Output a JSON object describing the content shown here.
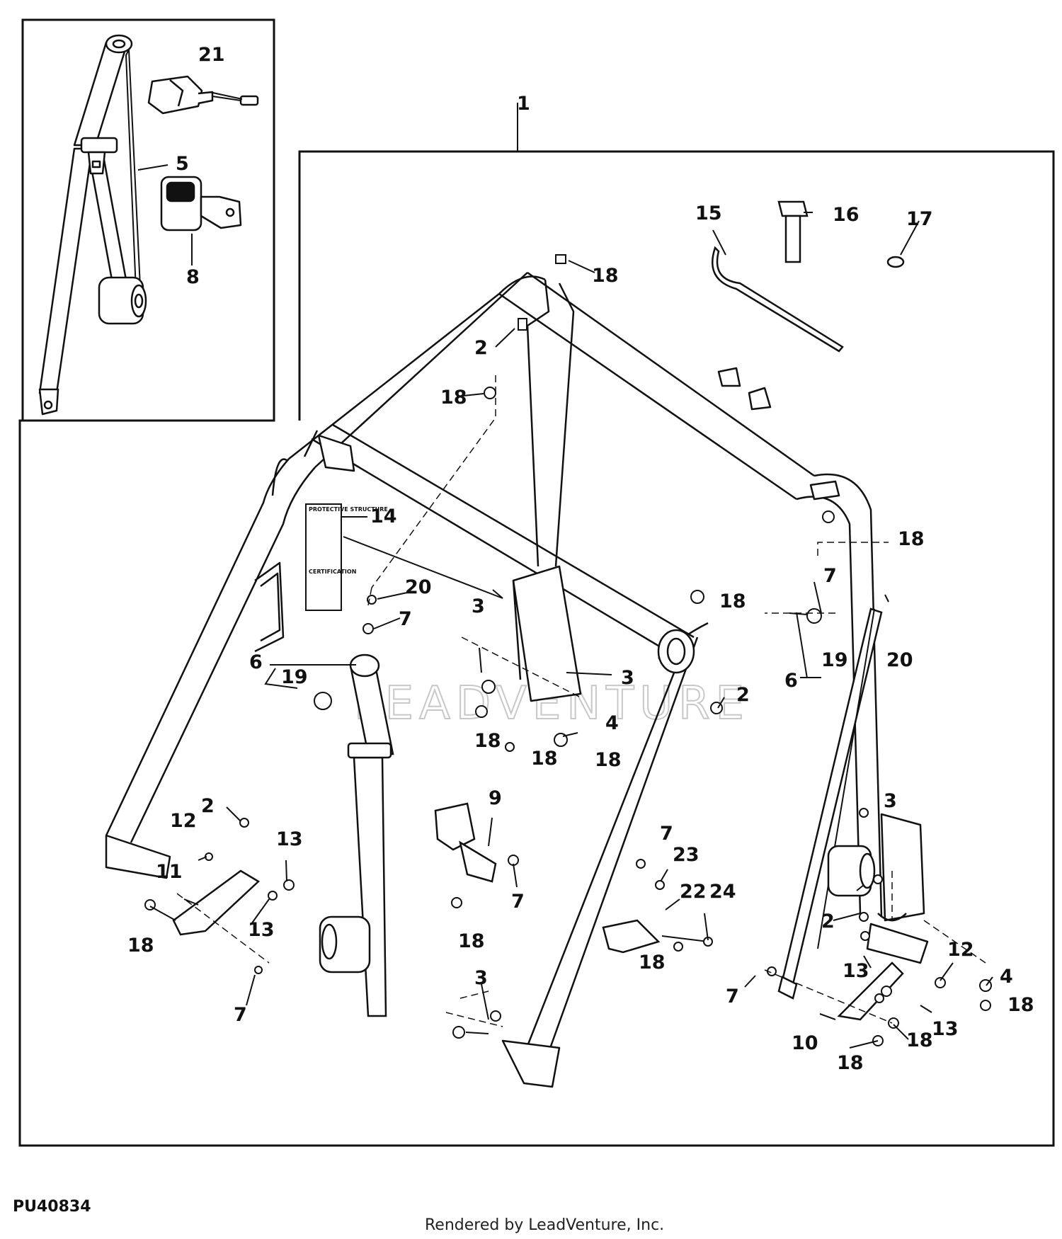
{
  "diagram_id": "PU40834",
  "credit": "Rendered by LeadVenture, Inc.",
  "watermark": "LEADVENTURE",
  "decal": {
    "heading": "PROTECTIVE STRUCTURE",
    "section": "CERTIFICATION"
  },
  "callouts": [
    {
      "id": "c1",
      "text": "1"
    },
    {
      "id": "c21",
      "text": "21"
    },
    {
      "id": "c5",
      "text": "5"
    },
    {
      "id": "c8",
      "text": "8"
    },
    {
      "id": "c15",
      "text": "15"
    },
    {
      "id": "c16",
      "text": "16"
    },
    {
      "id": "c17",
      "text": "17"
    },
    {
      "id": "c18a",
      "text": "18"
    },
    {
      "id": "c2a",
      "text": "2"
    },
    {
      "id": "c18b",
      "text": "18"
    },
    {
      "id": "c14",
      "text": "14"
    },
    {
      "id": "c18c",
      "text": "18"
    },
    {
      "id": "c7a",
      "text": "7"
    },
    {
      "id": "c20a",
      "text": "20"
    },
    {
      "id": "c7b",
      "text": "7"
    },
    {
      "id": "c3a",
      "text": "3"
    },
    {
      "id": "c18d",
      "text": "18"
    },
    {
      "id": "c19a",
      "text": "19"
    },
    {
      "id": "c20b",
      "text": "20"
    },
    {
      "id": "c6a",
      "text": "6"
    },
    {
      "id": "c19b",
      "text": "19"
    },
    {
      "id": "c3b",
      "text": "3"
    },
    {
      "id": "c2b",
      "text": "2"
    },
    {
      "id": "c6b",
      "text": "6"
    },
    {
      "id": "c4a",
      "text": "4"
    },
    {
      "id": "c18e",
      "text": "18"
    },
    {
      "id": "c18f",
      "text": "18"
    },
    {
      "id": "c18g",
      "text": "18"
    },
    {
      "id": "c2c",
      "text": "2"
    },
    {
      "id": "c12a",
      "text": "12"
    },
    {
      "id": "c13a",
      "text": "13"
    },
    {
      "id": "c9",
      "text": "9"
    },
    {
      "id": "c3c",
      "text": "3"
    },
    {
      "id": "c11",
      "text": "11"
    },
    {
      "id": "c7c",
      "text": "7"
    },
    {
      "id": "c7d",
      "text": "7"
    },
    {
      "id": "c23",
      "text": "23"
    },
    {
      "id": "c13b",
      "text": "13"
    },
    {
      "id": "c18h",
      "text": "18"
    },
    {
      "id": "c22",
      "text": "22"
    },
    {
      "id": "c24",
      "text": "24"
    },
    {
      "id": "c2d",
      "text": "2"
    },
    {
      "id": "c18i",
      "text": "18"
    },
    {
      "id": "c18j",
      "text": "18"
    },
    {
      "id": "c12b",
      "text": "12"
    },
    {
      "id": "c13c",
      "text": "13"
    },
    {
      "id": "c4b",
      "text": "4"
    },
    {
      "id": "c7e",
      "text": "7"
    },
    {
      "id": "c18k",
      "text": "18"
    },
    {
      "id": "c7f",
      "text": "7"
    },
    {
      "id": "c3d",
      "text": "3"
    },
    {
      "id": "c13d",
      "text": "13"
    },
    {
      "id": "c10",
      "text": "10"
    },
    {
      "id": "c18l",
      "text": "18"
    },
    {
      "id": "c18m",
      "text": "18"
    }
  ]
}
